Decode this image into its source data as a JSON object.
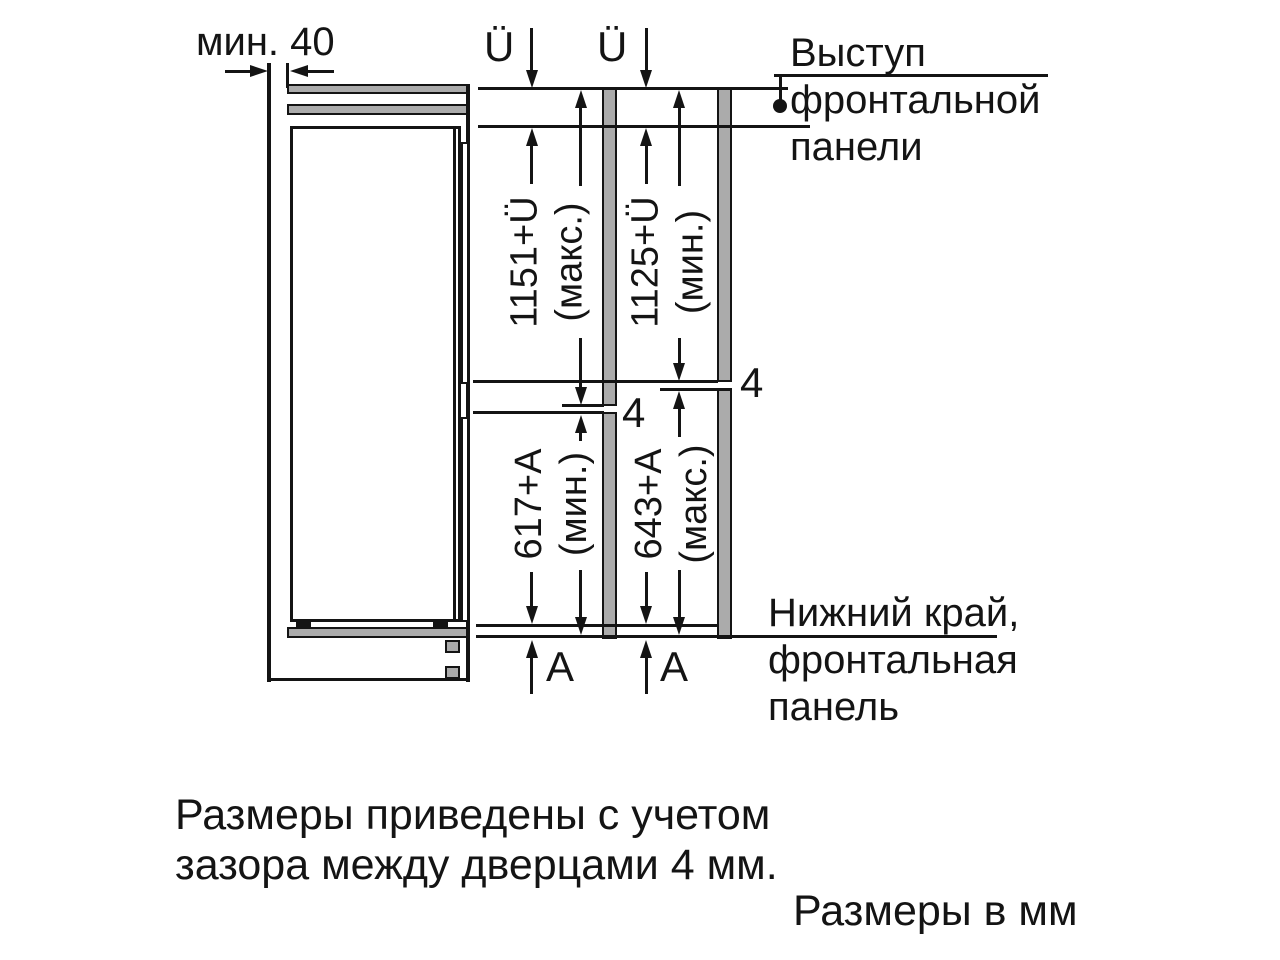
{
  "colors": {
    "background": "#ffffff",
    "ink": "#141414",
    "panel_gray": "#ababab"
  },
  "top_dimension": {
    "label": "мин. 40"
  },
  "overlap_symbols": {
    "inner": "Ü",
    "outer": "Ü"
  },
  "callout_top": {
    "lines": [
      "Выступ",
      "фронтальной",
      "панели"
    ]
  },
  "vertical_dimensions": {
    "upper_inner": {
      "value": "1151+Ü",
      "qualifier": "(макс.)"
    },
    "upper_outer": {
      "value": "1125+Ü",
      "qualifier": "(мин.)"
    },
    "lower_inner": {
      "value": "617+А",
      "qualifier": "(мин.)"
    },
    "lower_outer": {
      "value": "643+А",
      "qualifier": "(макс.)"
    }
  },
  "door_gaps": {
    "inner": "4",
    "outer": "4"
  },
  "bottom_adjustment": {
    "inner": "А",
    "outer": "А"
  },
  "callout_bottom": {
    "lines": [
      "Нижний край,",
      "фронтальная",
      "панель"
    ]
  },
  "note": {
    "lines": [
      "Размеры приведены с учетом",
      "зазора между дверцами 4 мм."
    ]
  },
  "units_caption": "Размеры в мм"
}
